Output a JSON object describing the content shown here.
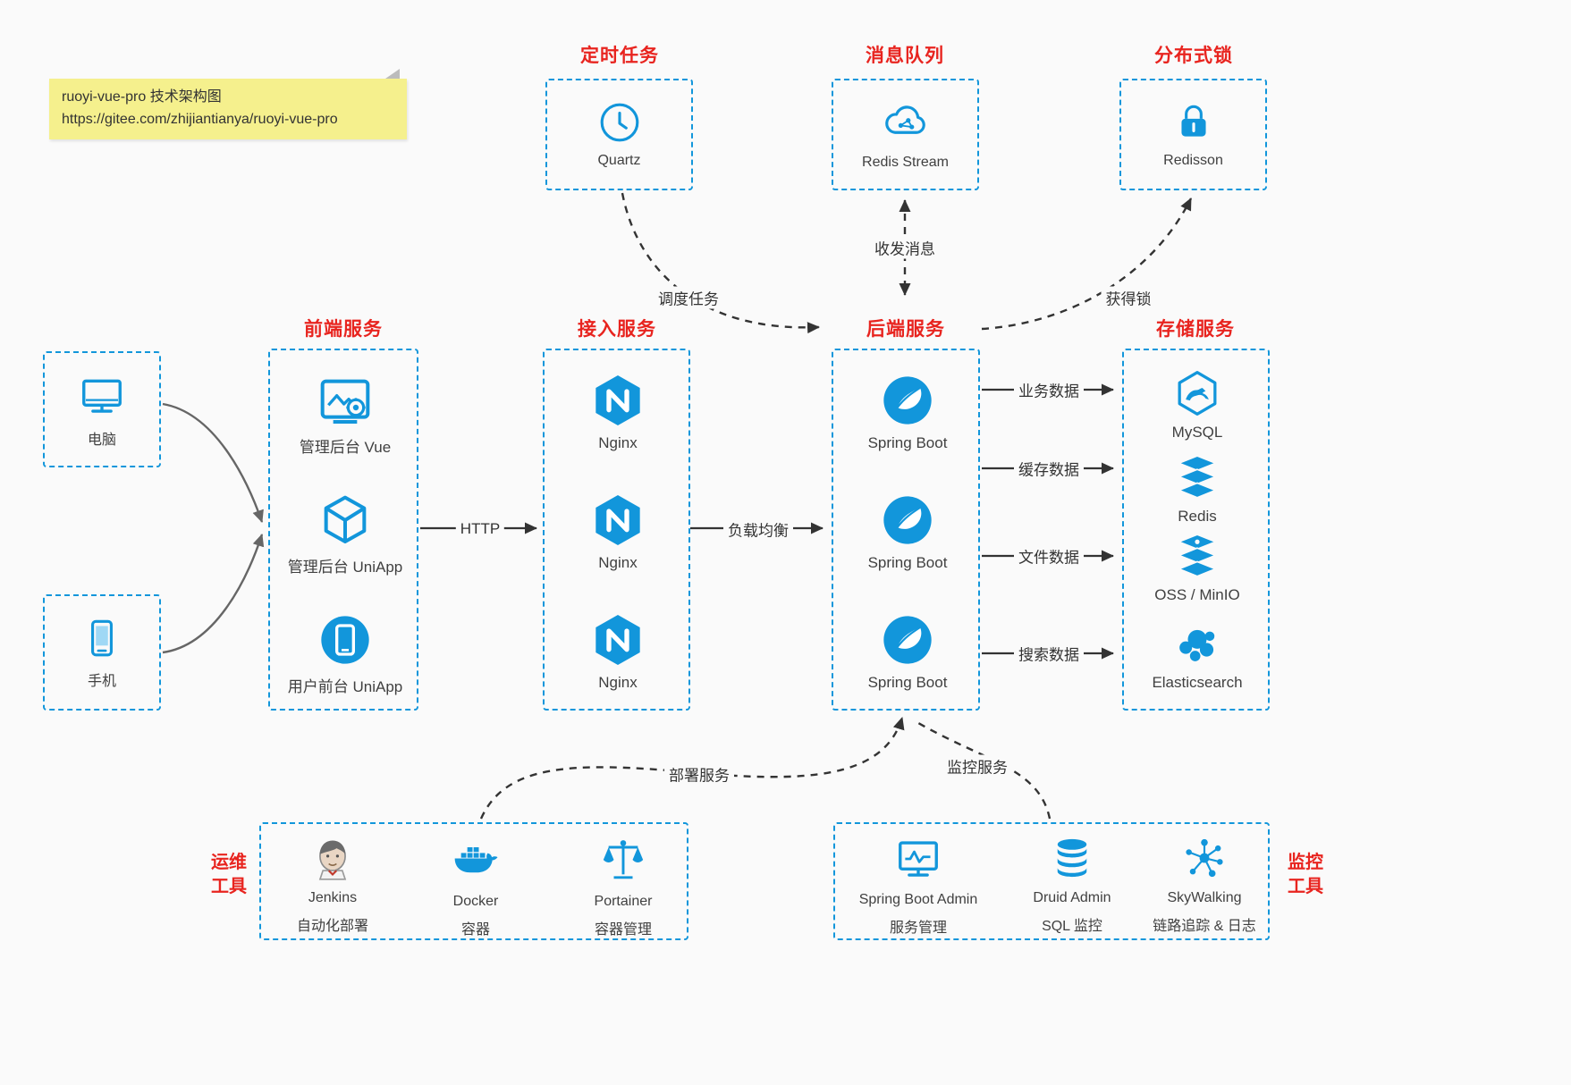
{
  "colors": {
    "accent_blue": "#1296db",
    "title_red": "#e8241f",
    "arrow_dark": "#333333",
    "arrow_gray": "#666666",
    "note_bg": "#f5f08d",
    "canvas_bg": "#fafafa"
  },
  "note": {
    "line1": "ruoyi-vue-pro 技术架构图",
    "line2": "https://gitee.com/zhijiantianya/ruoyi-vue-pro"
  },
  "scheduled": {
    "title": "定时任务",
    "item": "Quartz"
  },
  "mq": {
    "title": "消息队列",
    "item": "Redis Stream"
  },
  "dlock": {
    "title": "分布式锁",
    "item": "Redisson"
  },
  "clients": {
    "pc": "电脑",
    "phone": "手机"
  },
  "frontend": {
    "title": "前端服务",
    "items": [
      "管理后台 Vue",
      "管理后台 UniApp",
      "用户前台 UniApp"
    ]
  },
  "gateway": {
    "title": "接入服务",
    "items": [
      "Nginx",
      "Nginx",
      "Nginx"
    ]
  },
  "backend": {
    "title": "后端服务",
    "items": [
      "Spring Boot",
      "Spring Boot",
      "Spring Boot"
    ]
  },
  "storage": {
    "title": "存储服务",
    "items": [
      "MySQL",
      "Redis",
      "OSS / MinIO",
      "Elasticsearch"
    ]
  },
  "ops": {
    "title_line1": "运维",
    "title_line2": "工具",
    "items": [
      {
        "name": "Jenkins",
        "desc": "自动化部署"
      },
      {
        "name": "Docker",
        "desc": "容器"
      },
      {
        "name": "Portainer",
        "desc": "容器管理"
      }
    ]
  },
  "monitoring": {
    "title_line1": "监控",
    "title_line2": "工具",
    "items": [
      {
        "name": "Spring Boot Admin",
        "desc": "服务管理"
      },
      {
        "name": "Druid Admin",
        "desc": "SQL 监控"
      },
      {
        "name": "SkyWalking",
        "desc": "链路追踪 & 日志"
      }
    ]
  },
  "edges": {
    "http": "HTTP",
    "load_balance": "负载均衡",
    "business_data": "业务数据",
    "cache_data": "缓存数据",
    "file_data": "文件数据",
    "search_data": "搜索数据",
    "schedule_task": "调度任务",
    "send_receive": "收发消息",
    "acquire_lock": "获得锁",
    "deploy_service": "部署服务",
    "monitor_service": "监控服务"
  }
}
